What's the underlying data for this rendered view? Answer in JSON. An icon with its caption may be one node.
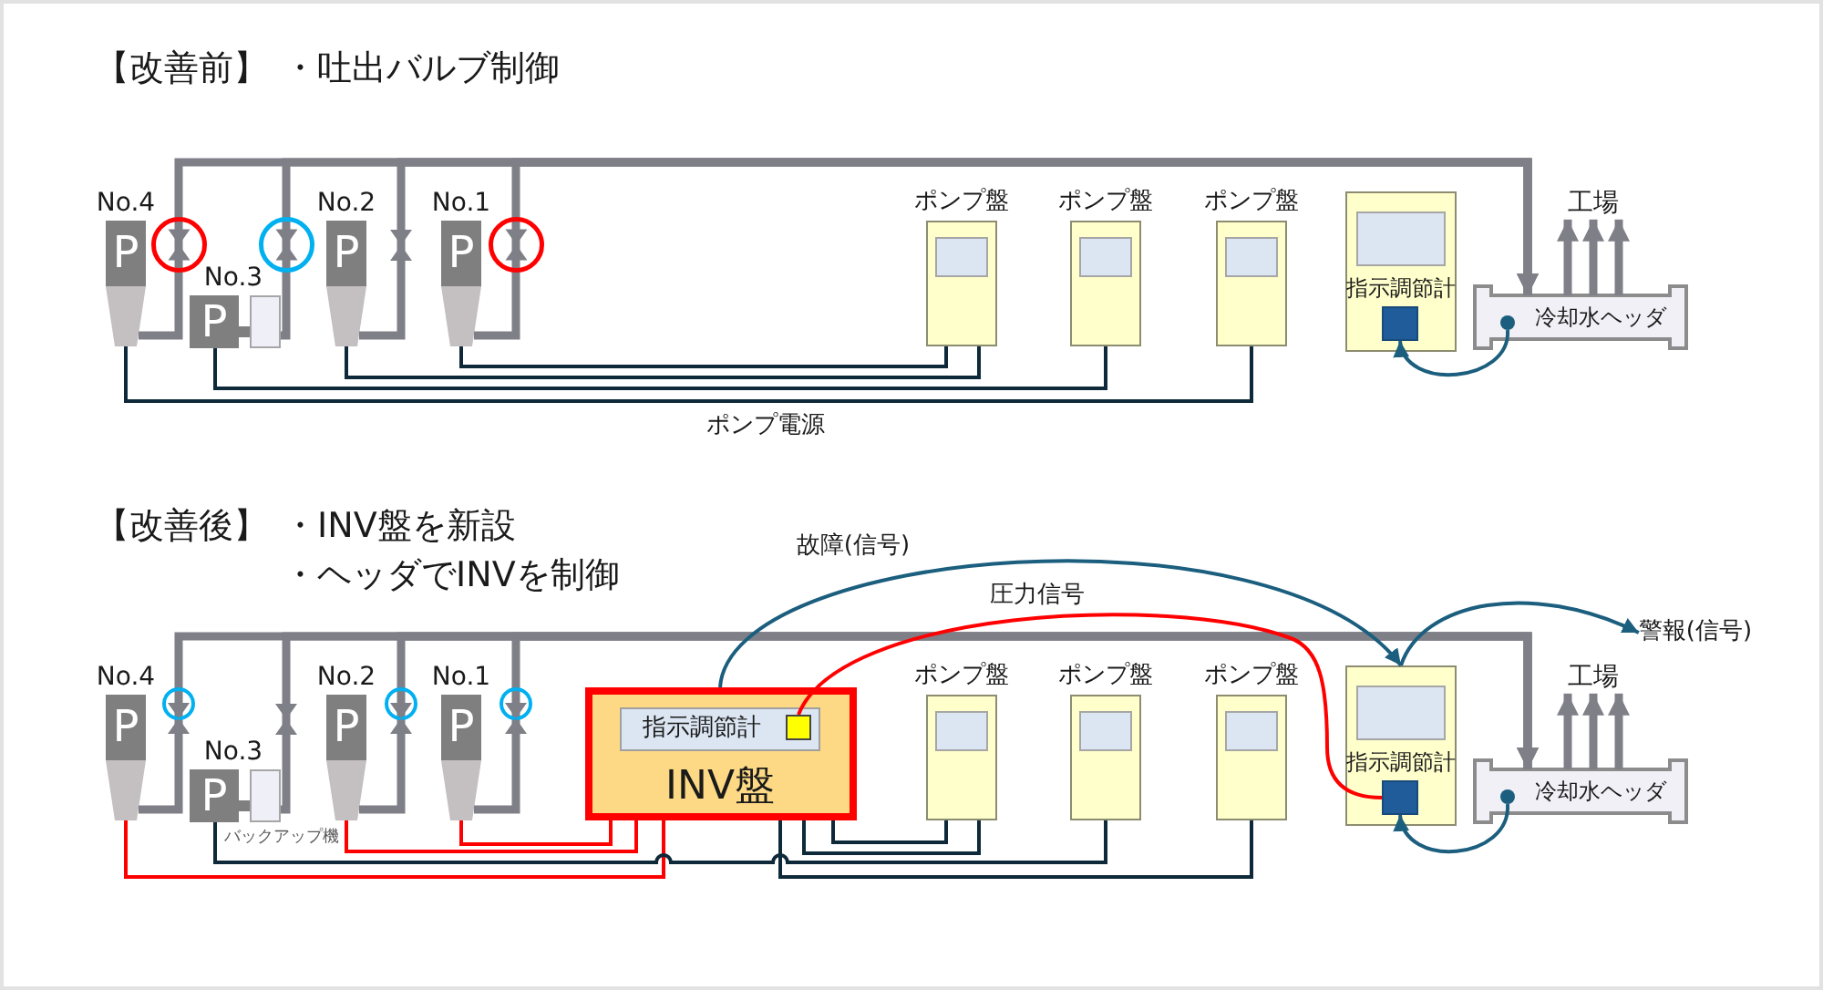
{
  "diagram": {
    "nodes": [
      {
        "text": [
          "No.4",
          "P"
        ]
      },
      {
        "text": [
          "No.3",
          "P"
        ]
      },
      {
        "text": [
          "No.2",
          "P"
        ]
      },
      {
        "text": [
          "No.1",
          "P"
        ]
      },
      {
        "text": [
          "ポンプ盤"
        ]
      },
      {
        "text": [
          "ポンプ盤"
        ]
      },
      {
        "text": [
          "ポンプ盤"
        ]
      },
      {
        "text": [
          "指示調節計"
        ]
      },
      {
        "text": [],
        "shape": "box",
        "in": 7
      },
      {
        "text": [
          "工場"
        ]
      },
      {
        "text": [
          "冷却水ヘッダ"
        ]
      },
      {
        "text": [],
        "shape": "circle",
        "in": 10
      },
      {
        "text": [
          "No.4",
          "P"
        ]
      },
      {
        "text": [
          "No.3",
          "P"
        ],
        "beside": [
          "バックアップ機"
        ]
      },
      {
        "text": [
          "No.2",
          "P"
        ]
      },
      {
        "text": [
          "No.1",
          "P"
        ]
      },
      {
        "text": [
          "INV盤"
        ]
      },
      {
        "text": [
          "指示調節計"
        ],
        "in": 16
      },
      {
        "text": [],
        "shape": "box",
        "in": 17
      },
      {
        "text": [
          "ポンプ盤"
        ]
      },
      {
        "text": [
          "ポンプ盤"
        ]
      },
      {
        "text": [
          "ポンプ盤"
        ]
      },
      {
        "text": [
          "指示調節計"
        ]
      },
      {
        "text": [],
        "shape": "box",
        "in": 22
      },
      {
        "text": [
          "警報(信号)"
        ]
      },
      {
        "text": [
          "工場"
        ]
      },
      {
        "text": [
          "冷却水ヘッダ"
        ]
      },
      {
        "text": [],
        "shape": "circle",
        "in": 26
      }
    ],
    "edges": [
      {
        "from": 0,
        "to": 10,
        "arrow": "to",
        "style": "thick"
      },
      {
        "from": 1,
        "to": 10,
        "arrow": "to",
        "style": "thick"
      },
      {
        "from": 2,
        "to": 10,
        "arrow": "to",
        "style": "thick"
      },
      {
        "from": 3,
        "to": 10,
        "arrow": "to",
        "style": "thick"
      },
      {
        "from": 10,
        "to": 9,
        "arrow": "to",
        "style": "thick"
      },
      {
        "from": 10,
        "to": 9,
        "arrow": "to",
        "style": "thick"
      },
      {
        "from": 10,
        "to": 9,
        "arrow": "to",
        "style": "thick"
      },
      {
        "from": 3,
        "to": 4,
        "arrow": "none",
        "color": "#0e2a3a"
      },
      {
        "from": 2,
        "to": 4,
        "arrow": "none",
        "color": "#0e2a3a"
      },
      {
        "from": 1,
        "to": 5,
        "arrow": "none",
        "color": "#0e2a3a"
      },
      {
        "from": 0,
        "to": 6,
        "arrow": "none",
        "color": "#0e2a3a"
      },
      {
        "from": 11,
        "to": 8,
        "arrow": "to",
        "color": "#1b5e7e"
      },
      {
        "from": 12,
        "to": 26,
        "arrow": "to",
        "style": "thick"
      },
      {
        "from": 13,
        "to": 26,
        "arrow": "to",
        "style": "thick"
      },
      {
        "from": 14,
        "to": 26,
        "arrow": "to",
        "style": "thick"
      },
      {
        "from": 15,
        "to": 26,
        "arrow": "to",
        "style": "thick"
      },
      {
        "from": 26,
        "to": 25,
        "arrow": "to",
        "style": "thick"
      },
      {
        "from": 26,
        "to": 25,
        "arrow": "to",
        "style": "thick"
      },
      {
        "from": 26,
        "to": 25,
        "arrow": "to",
        "style": "thick"
      },
      {
        "from": 12,
        "to": 16,
        "arrow": "none",
        "color": "#ff0000"
      },
      {
        "from": 14,
        "to": 16,
        "arrow": "none",
        "color": "#ff0000"
      },
      {
        "from": 15,
        "to": 16,
        "arrow": "none",
        "color": "#ff0000"
      },
      {
        "from": 13,
        "to": 20,
        "arrow": "none",
        "color": "#0e2a3a"
      },
      {
        "from": 16,
        "to": 19,
        "arrow": "none",
        "color": "#0e2a3a"
      },
      {
        "from": 16,
        "to": 19,
        "arrow": "none",
        "color": "#0e2a3a"
      },
      {
        "from": 16,
        "to": 21,
        "arrow": "none",
        "color": "#0e2a3a"
      },
      {
        "from": 16,
        "to": 22,
        "arrow": "to",
        "label": "故障(信号)",
        "color": "#1b5e7e"
      },
      {
        "from": 18,
        "to": 23,
        "arrow": "none",
        "label": "圧力信号",
        "color": "#ff0000"
      },
      {
        "from": 22,
        "to": 24,
        "arrow": "to",
        "color": "#1b5e7e"
      },
      {
        "from": 27,
        "to": 23,
        "arrow": "to",
        "color": "#1b5e7e"
      }
    ],
    "labels": [
      "【改善前】",
      "・吐出バルブ制御",
      "ポンプ電源",
      "【改善後】",
      "・INV盤を新設",
      "・ヘッダでINVを制御"
    ]
  }
}
